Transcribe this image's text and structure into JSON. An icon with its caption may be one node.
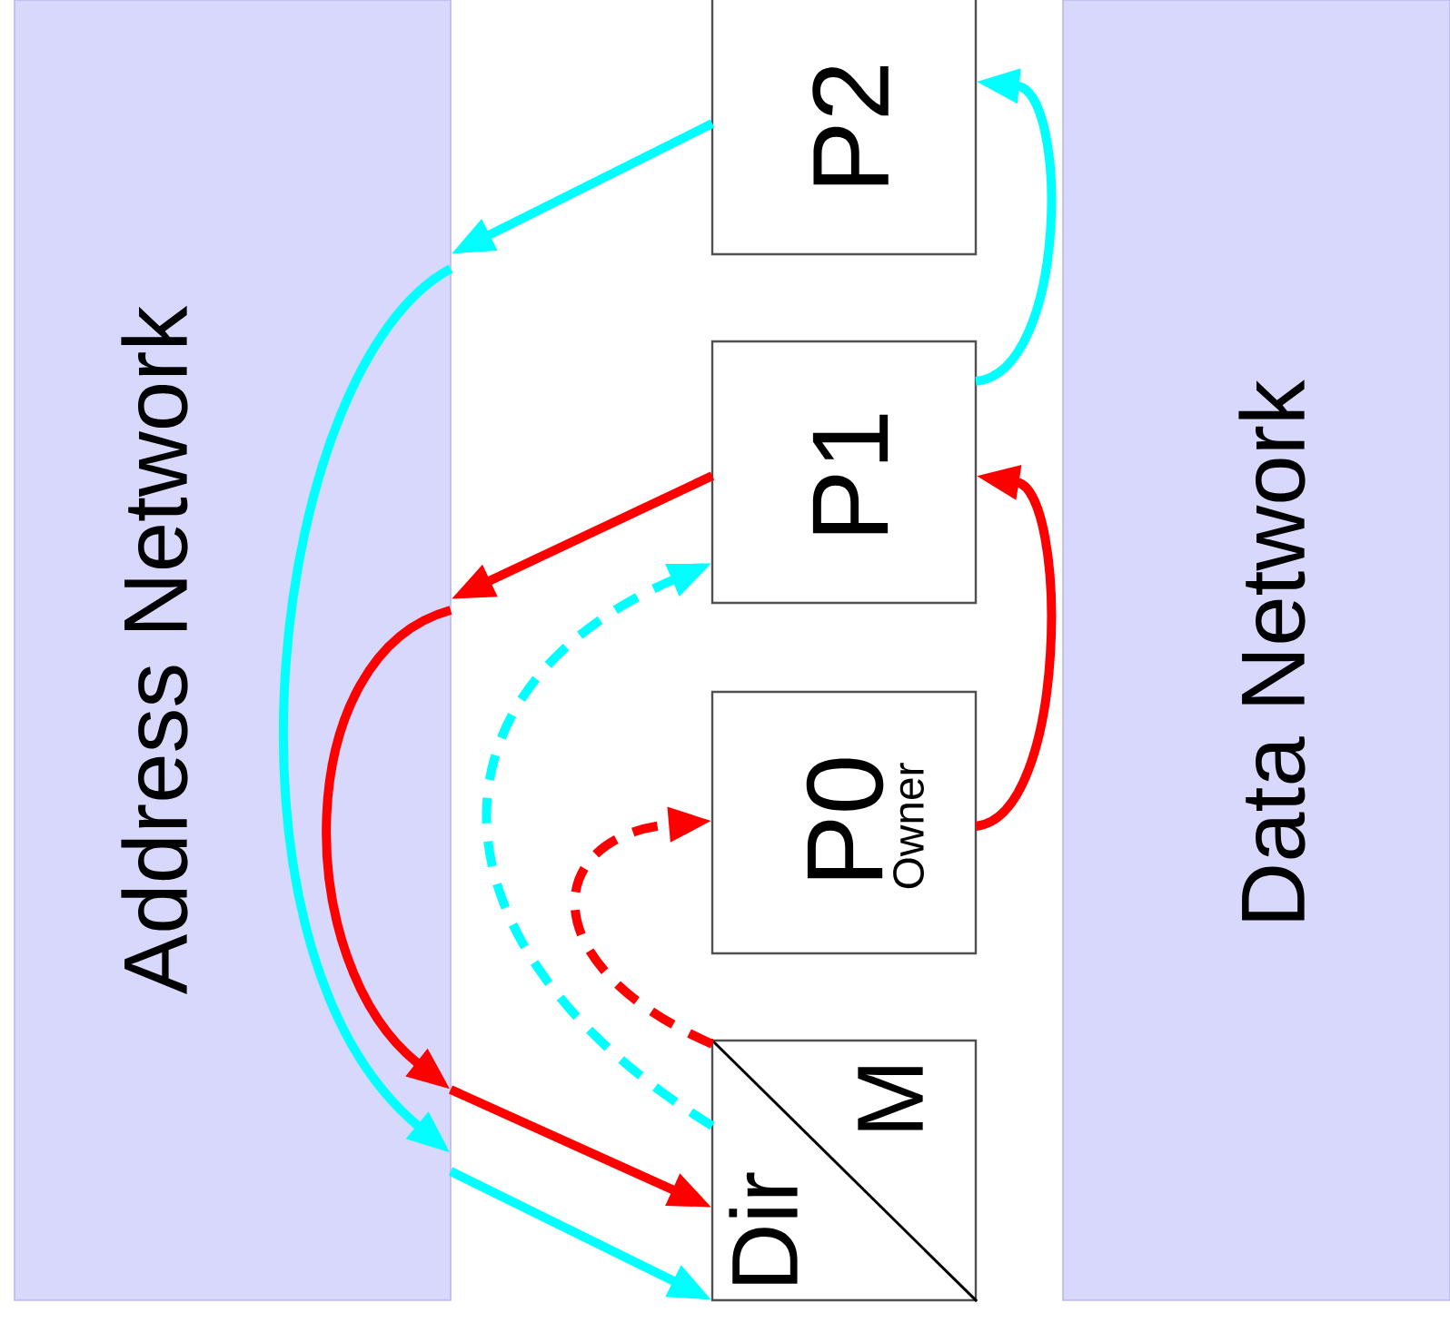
{
  "diagram": {
    "nodes": [
      {
        "text": [
          "Address Network"
        ]
      },
      {
        "text": [
          "Data Network"
        ]
      },
      {
        "text": [
          "P2"
        ]
      },
      {
        "text": [
          "P1"
        ]
      },
      {
        "text": [
          "P0",
          "Owner"
        ]
      },
      {
        "text": [
          "Dir",
          "M"
        ]
      }
    ],
    "edges": [
      {
        "from": 2,
        "to": 0,
        "arrow": "to",
        "color": "#00ffff"
      },
      {
        "from": 0,
        "to": 0,
        "arrow": "to",
        "color": "#00ffff"
      },
      {
        "from": 0,
        "to": 5,
        "arrow": "to",
        "color": "#00ffff"
      },
      {
        "from": 3,
        "to": 0,
        "arrow": "to",
        "color": "#ff0000"
      },
      {
        "from": 0,
        "to": 0,
        "arrow": "to",
        "color": "#ff0000"
      },
      {
        "from": 0,
        "to": 5,
        "arrow": "to",
        "color": "#ff0000"
      },
      {
        "from": 5,
        "to": 3,
        "arrow": "to",
        "style": "dashed",
        "color": "#00ffff"
      },
      {
        "from": 5,
        "to": 4,
        "arrow": "to",
        "style": "dashed",
        "color": "#ff0000"
      },
      {
        "from": 4,
        "to": 3,
        "arrow": "to",
        "color": "#ff0000"
      },
      {
        "from": 3,
        "to": 2,
        "arrow": "to",
        "color": "#00ffff"
      }
    ]
  }
}
